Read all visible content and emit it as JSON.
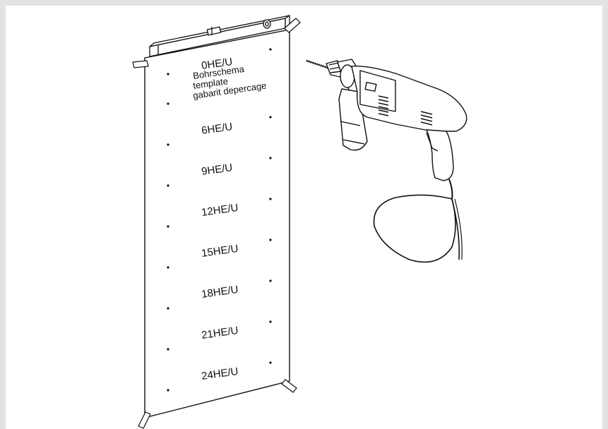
{
  "template": {
    "title_lines": [
      "Bohrschema",
      "template",
      "gabarit depercage"
    ],
    "markers": [
      {
        "label": "0HE/U"
      },
      {
        "label": "6HE/U"
      },
      {
        "label": "9HE/U"
      },
      {
        "label": "12HE/U"
      },
      {
        "label": "15HE/U"
      },
      {
        "label": "18HE/U"
      },
      {
        "label": "21HE/U"
      },
      {
        "label": "24HE/U"
      }
    ]
  },
  "colors": {
    "background": "#e3e3e3",
    "panel": "#ffffff",
    "line": "#111111"
  },
  "icons": [
    "spirit-level-icon",
    "drill-icon",
    "tape-strip-icon"
  ]
}
